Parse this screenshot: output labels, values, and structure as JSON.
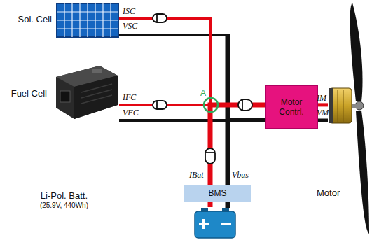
{
  "diagram": {
    "nodes": [
      {
        "text": [
          "Sol. Cell"
        ]
      },
      {
        "text": [
          "Fuel Cell"
        ]
      },
      {
        "text": [
          "Motor Contrl."
        ]
      },
      {
        "text": [
          "Motor"
        ]
      },
      {
        "text": [
          "BMS"
        ]
      },
      {
        "text": [
          "Li-Pol. Batt.",
          "(25.9V, 440Wh)"
        ]
      }
    ],
    "edges": [
      {
        "from": 0,
        "to": 2,
        "arrow": "none"
      },
      {
        "from": 1,
        "to": 2,
        "arrow": "none"
      },
      {
        "from": 4,
        "to": 2,
        "arrow": "none"
      },
      {
        "from": 2,
        "to": 3,
        "arrow": "none"
      },
      {
        "from": 4,
        "to": 5,
        "arrow": "none"
      }
    ],
    "labels": [
      "ISC",
      "VSC",
      "IFC",
      "VFC",
      "A",
      "IM",
      "VM",
      "IBat",
      "Vbus"
    ]
  }
}
